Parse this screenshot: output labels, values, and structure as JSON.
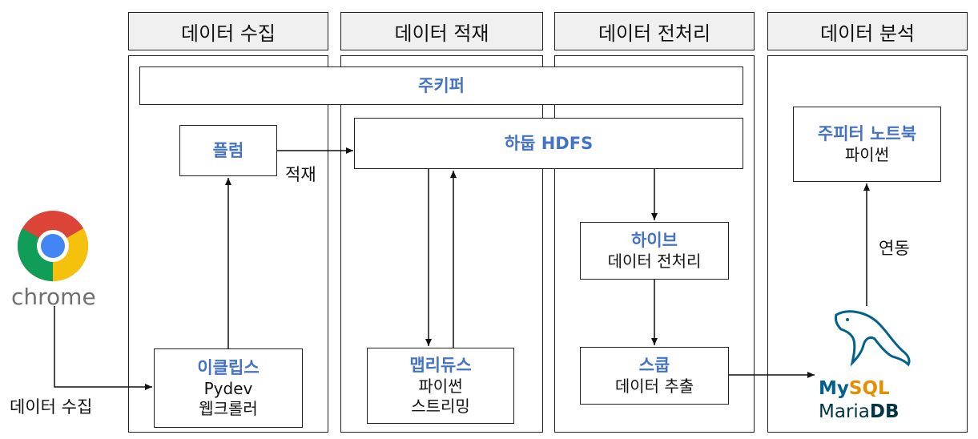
{
  "headers": [
    "데이터 수집",
    "데이터 적재",
    "데이터 전처리",
    "데이터 분석"
  ],
  "nodes": {
    "zookeeper": {
      "title": "주키퍼"
    },
    "flume": {
      "title": "플럼"
    },
    "hdfs": {
      "title": "하둡 HDFS"
    },
    "eclipse": {
      "title": "이클립스",
      "lines": [
        "Pydev",
        "웹크롤러"
      ]
    },
    "mapreduce": {
      "title": "맵리듀스",
      "lines": [
        "파이썬",
        "스트리밍"
      ]
    },
    "hive": {
      "title": "하이브",
      "lines": [
        "데이터 전처리"
      ]
    },
    "sqoop": {
      "title": "스쿱",
      "lines": [
        "데이터 추출"
      ]
    },
    "jupyter": {
      "title": "주피터 노트북",
      "lines": [
        "파이썬"
      ]
    }
  },
  "edge_labels": {
    "load": "적재",
    "link": "연동",
    "collect": "데이터 수집"
  },
  "logos": {
    "chrome": {
      "text": "chrome",
      "icon": "chrome-icon"
    },
    "mysql": {
      "line1_a": "My",
      "line1_b": "SQL",
      "line2_a": "Maria",
      "line2_b": "DB",
      "icon": "dolphin-icon"
    }
  },
  "colors": {
    "accent": "#4472c4",
    "mysql_blue": "#00618a",
    "mysql_orange": "#e48e00"
  }
}
